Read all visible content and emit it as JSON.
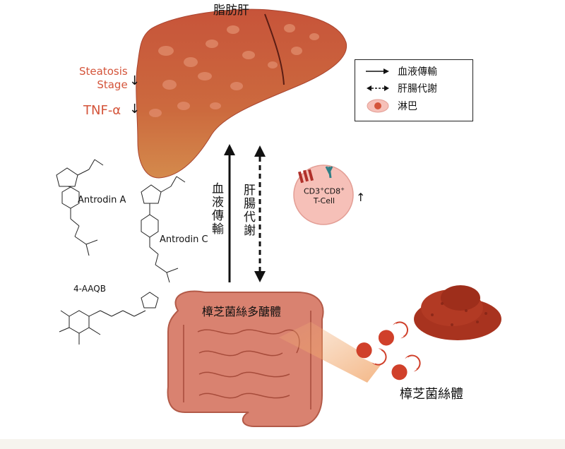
{
  "title": "脂肪肝",
  "steatosis": {
    "label_line1": "Steatosis",
    "label_line2": "Stage",
    "arrow": "↓"
  },
  "tnf": {
    "label": "TNF-α",
    "arrow": "↓"
  },
  "legend": {
    "items": [
      {
        "label": "血液傳輸",
        "style": "solid-arrow"
      },
      {
        "label": "肝腸代謝",
        "style": "dashed-double-arrow"
      },
      {
        "label": "淋巴",
        "style": "lymph-cell-icon"
      }
    ]
  },
  "vertical_labels": {
    "blood": "血液傳輸",
    "liver_gut": "肝腸代謝"
  },
  "tcell": {
    "line1_a": "CD3",
    "line1_a_sup": "+",
    "line1_b": "CD8",
    "line1_b_sup": "+",
    "line2": "T-Cell",
    "arrow": "↑"
  },
  "compounds": {
    "antrodin_a": "Antrodin A",
    "antrodin_c": "Antrodin C",
    "aaqb": "4-AAQB"
  },
  "polysaccharide_label": "樟芝菌絲多醣體",
  "mycelium_label": "樟芝菌絲體",
  "colors": {
    "accent_red": "#d4543a",
    "liver": "#c85a3a",
    "intestine": "#d98270",
    "capsule": "#d0402a",
    "powder": "#a8331f"
  }
}
